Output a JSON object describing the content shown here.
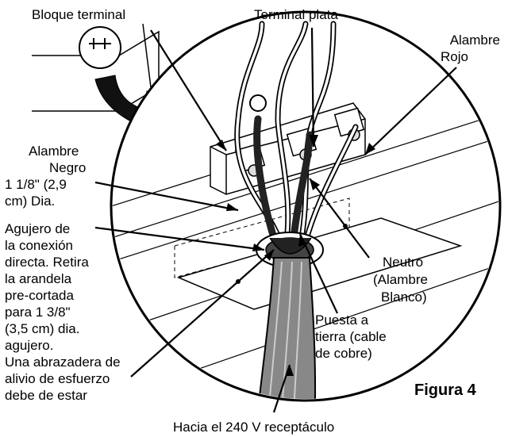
{
  "labels": {
    "bloque_terminal": "Bloque terminal",
    "terminal_plata": "Terminal plata",
    "alambre_rojo_1": "Alambre",
    "alambre_rojo_2": "Rojo",
    "alambre_negro_1": "Alambre",
    "alambre_negro_2": "Negro",
    "agujero": [
      "1 1/8\" (2,9",
      "cm) Dia.",
      "Agujero de",
      "la conexión",
      "directa. Retira",
      "la arandela",
      "pre-cortada",
      "para 1 3/8\"",
      "(3,5 cm) dia.",
      "agujero.",
      "Una abrazadera de",
      "alivio de esfuerzo",
      "debe de estar"
    ],
    "neutro": [
      "Neutro",
      "(Alambre",
      "Blanco)"
    ],
    "tierra": [
      "Puesta a",
      "tierra (cable",
      "de cobre)"
    ],
    "receptaculo": "Hacia el 240 V receptáculo",
    "figura": "Figura 4"
  }
}
